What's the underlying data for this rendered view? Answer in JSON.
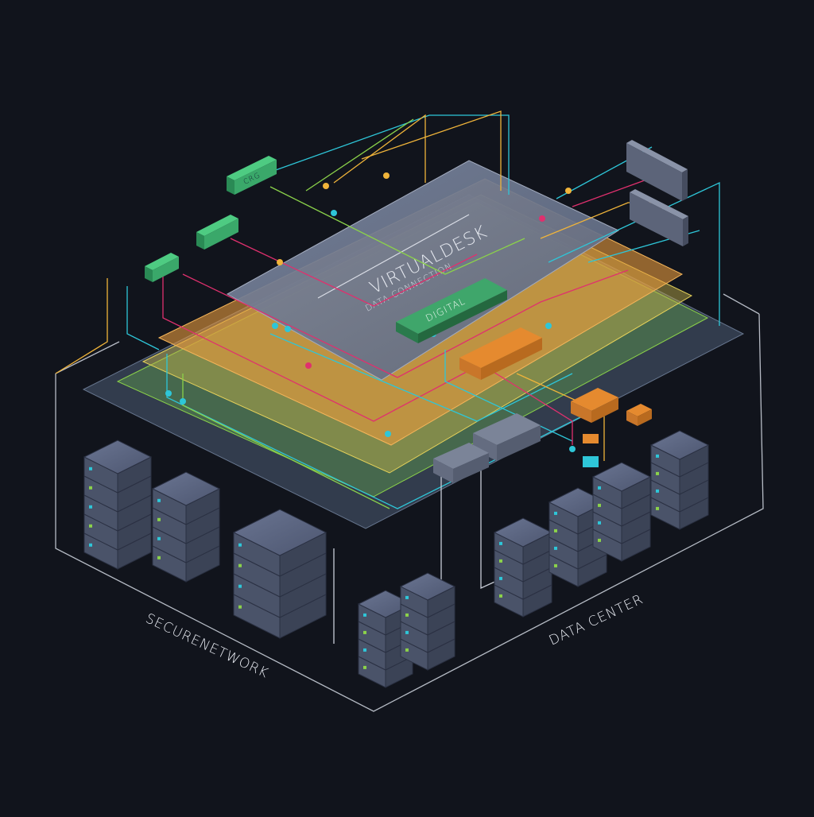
{
  "labels": {
    "main_panel_title": "VIRTUALDESK",
    "main_panel_subtitle": "DATA CONNECTION",
    "green_chip_label": "DIGITAL",
    "green_node_1_label": "CRG",
    "left_zone_label": "SECURENETWORK",
    "right_zone_label": "DATA CENTER"
  },
  "colors": {
    "background": "#11141c",
    "slate_layer": "#3d4a5e",
    "green_layer": "#5f9e4e",
    "yellow_layer": "#c7b34a",
    "orange_layer": "#e89a3c",
    "top_panel": "#6f7b92",
    "green_chip": "#3fa66b",
    "orange_chip": "#e58a2f",
    "server": "#4f5a73",
    "line_cyan": "#2ec6d8",
    "line_magenta": "#e0306e",
    "line_yellow": "#f0b43a",
    "line_green": "#8bd24a",
    "outline": "#c9ced8"
  },
  "icons": [
    "server-rack-icon",
    "network-node-icon",
    "chip-icon"
  ]
}
